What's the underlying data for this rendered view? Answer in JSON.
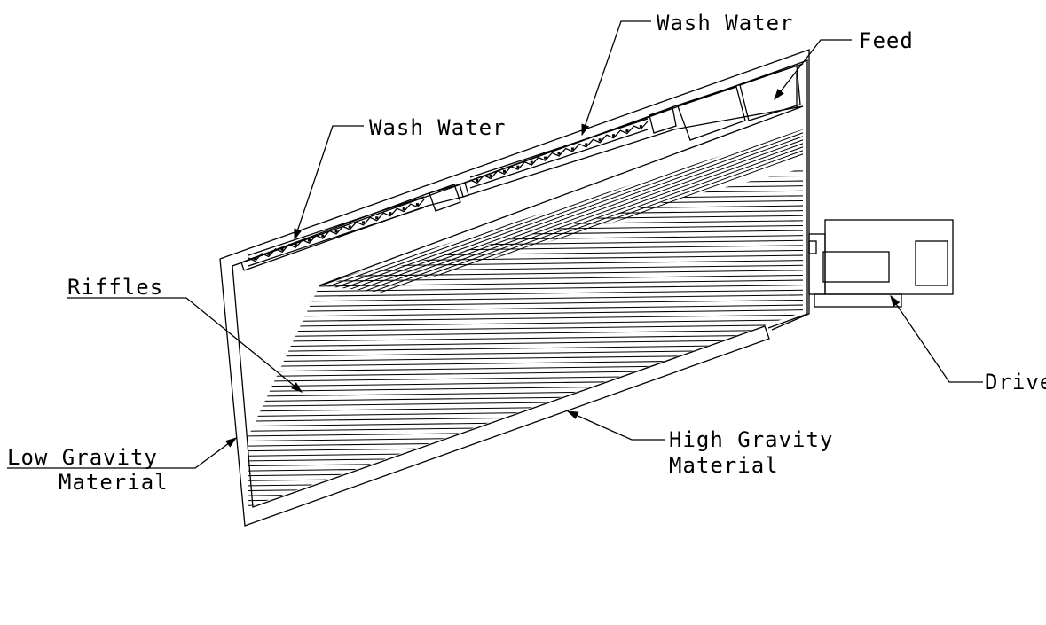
{
  "labels": {
    "wash_water_top": "Wash Water",
    "wash_water_mid": "Wash Water",
    "feed": "Feed",
    "riffles": "Riffles",
    "drive": "Drive",
    "high_gravity_line1": "High Gravity",
    "high_gravity_line2": "Material",
    "low_gravity_line1": "Low Gravity",
    "low_gravity_line2": "Material"
  },
  "colors": {
    "line": "#000000",
    "background": "#ffffff"
  }
}
